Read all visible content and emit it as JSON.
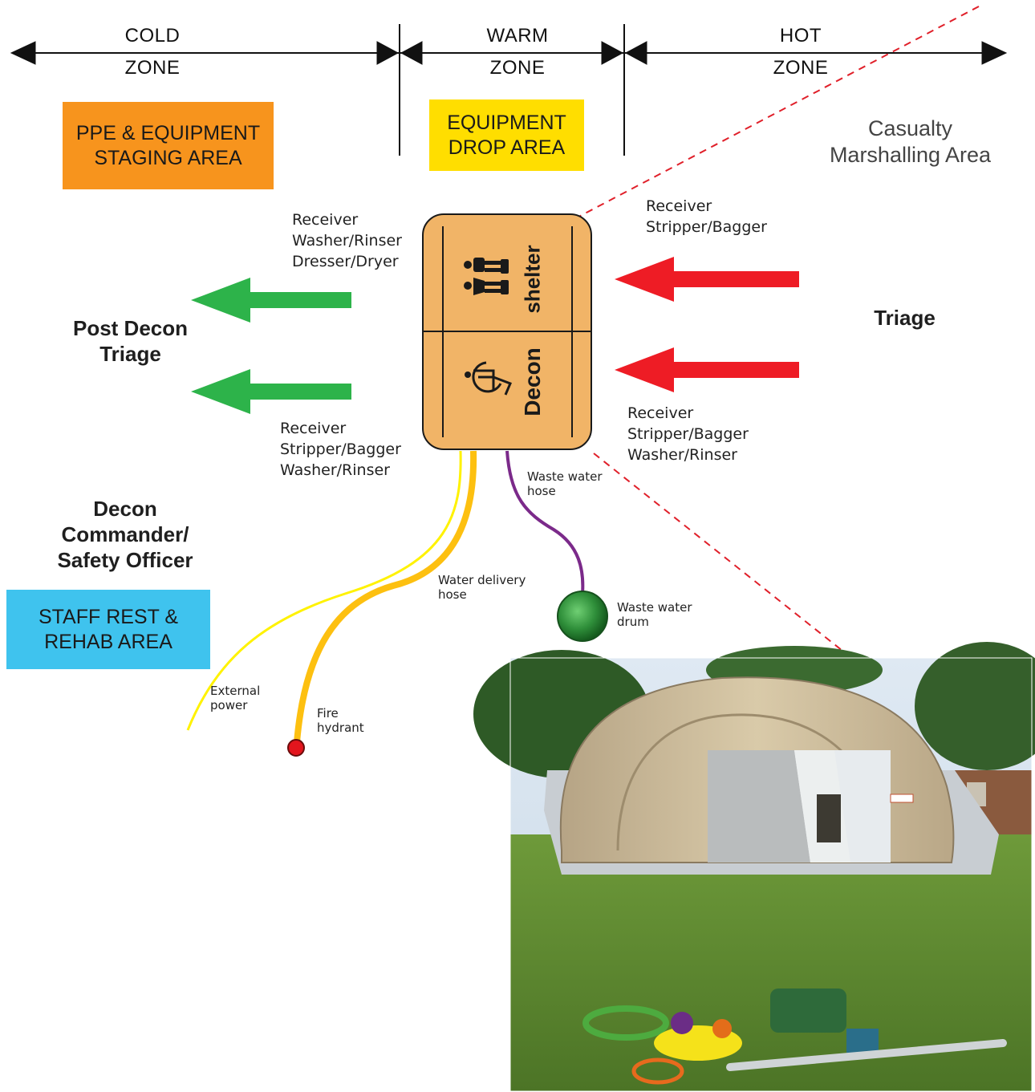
{
  "zones": {
    "cold": {
      "line1": "COLD",
      "line2": "ZONE"
    },
    "warm": {
      "line1": "WARM",
      "line2": "ZONE"
    },
    "hot": {
      "line1": "HOT",
      "line2": "ZONE"
    }
  },
  "areas": {
    "ppe": {
      "line1_a": "PPE",
      "line1_amp": "&",
      "line1_b": "EQUIPMENT",
      "line2": "STAGING AREA",
      "color": "#f7941d"
    },
    "drop": {
      "line1": "EQUIPMENT",
      "line2": "DROP AREA",
      "color": "#ffde00"
    },
    "rest": {
      "line1_a": "STAFF REST",
      "line1_amp": "&",
      "line2": "REHAB AREA",
      "color": "#3fc3ee"
    },
    "casualty": {
      "line1": "Casualty",
      "line2": "Marshalling Area"
    }
  },
  "roles": {
    "shelter_left": [
      "Receiver",
      "Washer/Rinser",
      "Dresser/Dryer"
    ],
    "decon_left": [
      "Receiver",
      "Stripper/Bagger",
      "Washer/Rinser"
    ],
    "shelter_right": [
      "Receiver",
      "Stripper/Bagger"
    ],
    "decon_right": [
      "Receiver",
      "Stripper/Bagger",
      "Washer/Rinser"
    ]
  },
  "labels": {
    "post_decon_triage": [
      "Post Decon",
      "Triage"
    ],
    "triage": "Triage",
    "commander": [
      "Decon",
      "Commander/",
      "Safety Officer"
    ]
  },
  "tent": {
    "shelter": "shelter",
    "decon": "Decon",
    "fill": "#f1b467"
  },
  "hoses": {
    "waste_water_hose": [
      "Waste water",
      "hose"
    ],
    "water_delivery_hose": [
      "Water delivery",
      "hose"
    ],
    "waste_water_drum": [
      "Waste water",
      "drum"
    ],
    "external_power": [
      "External",
      "power"
    ],
    "fire_hydrant": [
      "Fire",
      "hydrant"
    ]
  },
  "colors": {
    "green_arrow": "#2db34a",
    "red_arrow": "#ee1c25",
    "dashed_line": "#e0202a",
    "power_cable": "#fff200",
    "water_hose": "#fdc010",
    "waste_hose": "#7b2a8a",
    "drum": "#2f8f3a",
    "hydrant": "#e3151d"
  }
}
